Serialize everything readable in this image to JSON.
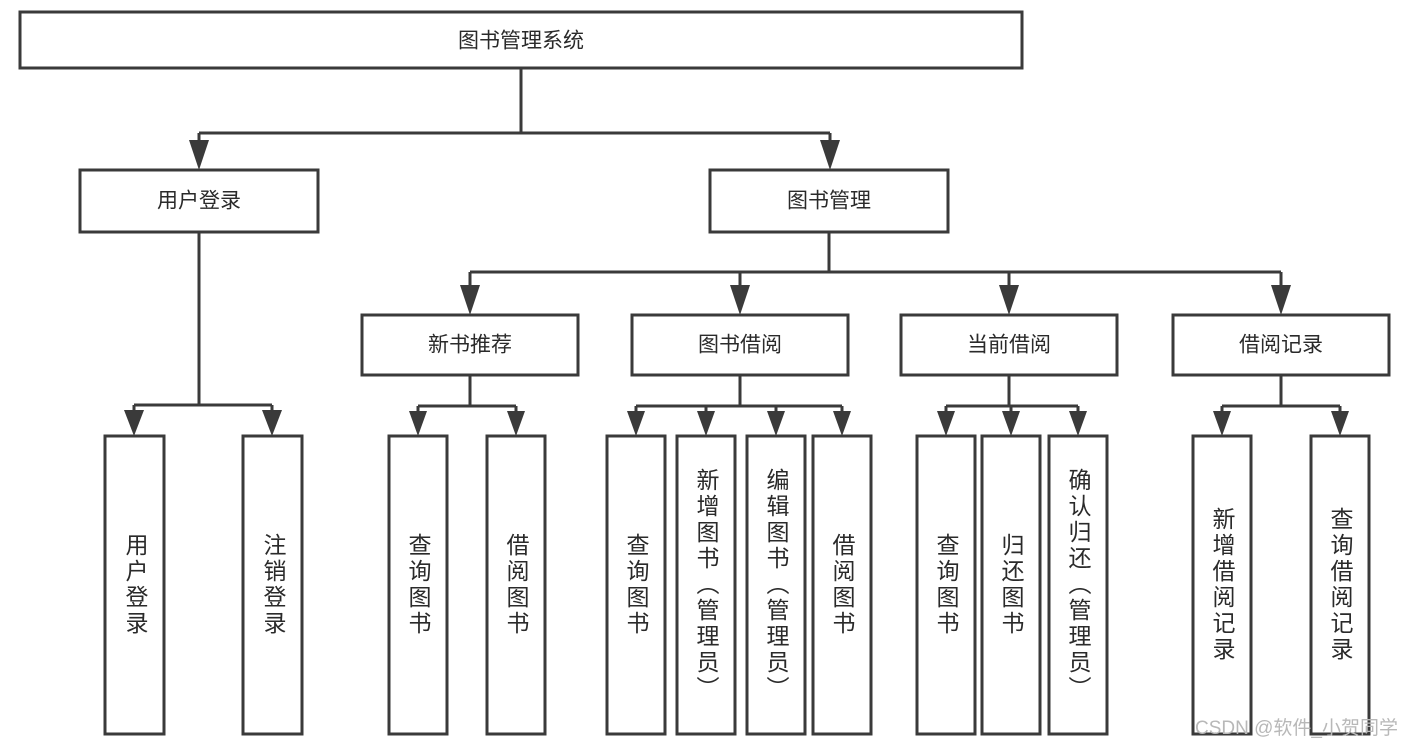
{
  "diagram": {
    "title": "图书管理系统",
    "type": "tree-hierarchy-diagram",
    "colors": {
      "stroke": "#3a3a3a",
      "box_fill": "#ffffff",
      "text": "#2a2a2a",
      "background": "#ffffff",
      "watermark": "#b8b8b8"
    },
    "root": {
      "label": "图书管理系统"
    },
    "level2": [
      {
        "label": "用户登录"
      },
      {
        "label": "图书管理"
      }
    ],
    "level3": [
      {
        "label": "新书推荐"
      },
      {
        "label": "图书借阅"
      },
      {
        "label": "当前借阅"
      },
      {
        "label": "借阅记录"
      }
    ],
    "leaves": {
      "user_login": [
        {
          "label": "用户登录"
        },
        {
          "label": "注销登录"
        }
      ],
      "new_book_recommend": [
        {
          "label": "查询图书"
        },
        {
          "label": "借阅图书"
        }
      ],
      "book_borrow": [
        {
          "label": "查询图书"
        },
        {
          "label": "新增图书（管理员）"
        },
        {
          "label": "编辑图书（管理员）"
        },
        {
          "label": "借阅图书"
        }
      ],
      "current_borrow": [
        {
          "label": "查询图书"
        },
        {
          "label": "归还图书"
        },
        {
          "label": "确认归还（管理员）"
        }
      ],
      "borrow_record": [
        {
          "label": "新增借阅记录"
        },
        {
          "label": "查询借阅记录"
        }
      ]
    }
  },
  "watermark": {
    "text": "CSDN @软件_小贺同学"
  }
}
